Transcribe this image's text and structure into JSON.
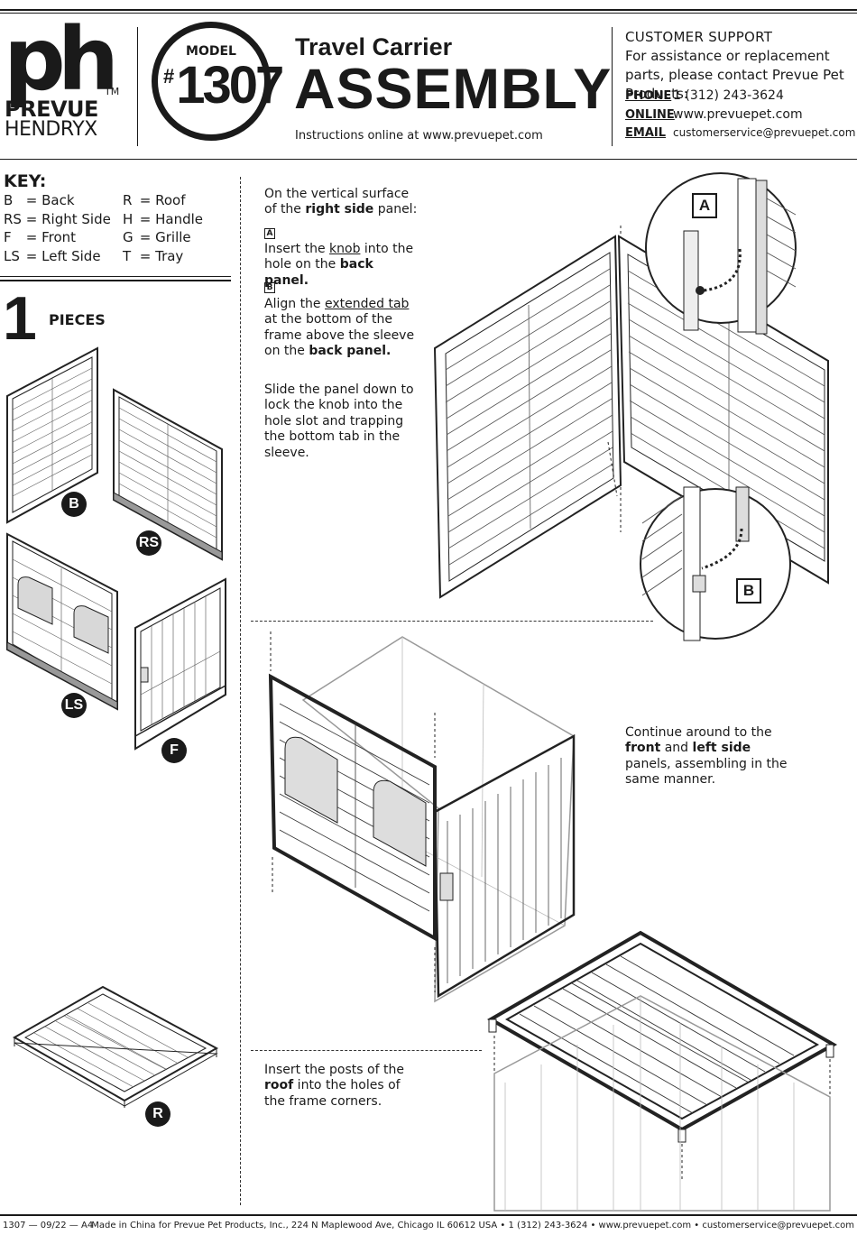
{
  "header": {
    "logo_mark": "ph",
    "logo_tm": "TM",
    "logo_line1": "PREVUE",
    "logo_line2": "HENDRYX",
    "model_label": "MODEL",
    "model_hash": "#",
    "model_number": "1307",
    "title_small": "Travel Carrier",
    "title_large": "ASSEMBLY",
    "instructions_online": "Instructions online at www.prevuepet.com"
  },
  "support": {
    "title": "CUSTOMER SUPPORT",
    "text": "For assistance or replacement parts, please contact Prevue Pet Products:",
    "phone_label": "PHONE",
    "phone": "1 (312) 243-3624",
    "online_label": "ONLINE",
    "online": "www.prevuepet.com",
    "email_label": "EMAIL",
    "email": "customerservice@prevuepet.com"
  },
  "key": {
    "title": "KEY:",
    "left": [
      {
        "code": "B",
        "name": "= Back"
      },
      {
        "code": "RS",
        "name": "= Right Side"
      },
      {
        "code": "F",
        "name": "= Front"
      },
      {
        "code": "LS",
        "name": "= Left Side"
      }
    ],
    "right": [
      {
        "code": "R",
        "name": "= Roof"
      },
      {
        "code": "H",
        "name": "= Handle"
      },
      {
        "code": "G",
        "name": "= Grille"
      },
      {
        "code": "T",
        "name": "= Tray"
      }
    ]
  },
  "step": {
    "number": "1",
    "title": "PIECES",
    "badges": {
      "B": "B",
      "RS": "RS",
      "LS": "LS",
      "F": "F",
      "R": "R"
    }
  },
  "instructions": {
    "intro_1": "On the vertical surface of the ",
    "intro_bold": "right side",
    "intro_2": " panel:",
    "label_a": "A",
    "a_1": "Insert the ",
    "a_link": "knob",
    "a_2": " into the hole on the ",
    "a_bold": "back panel.",
    "label_b": "B",
    "b_1": "Align the ",
    "b_link": "extended tab",
    "b_2": " at the bottom of the frame above the sleeve on the ",
    "b_bold": "back panel.",
    "slide": "Slide the panel down to lock the knob into the hole slot and trapping the bottom tab in the sleeve.",
    "continue_1": "Continue around to the ",
    "continue_b1": "front",
    "continue_2": " and ",
    "continue_b2": "left side",
    "continue_3": " panels, assembling in the same manner.",
    "roof_1": "Insert the posts of the ",
    "roof_bold": "roof",
    "roof_2": " into the holes of the frame corners."
  },
  "callouts": {
    "a": "A",
    "b": "B"
  },
  "footer": {
    "left": "1307 — 09/22 — A4",
    "right": "Made in China for Prevue Pet Products, Inc., 224 N Maplewood Ave, Chicago IL  60612  USA • 1 (312) 243-3624 • www.prevuepet.com • customerservice@prevuepet.com"
  }
}
